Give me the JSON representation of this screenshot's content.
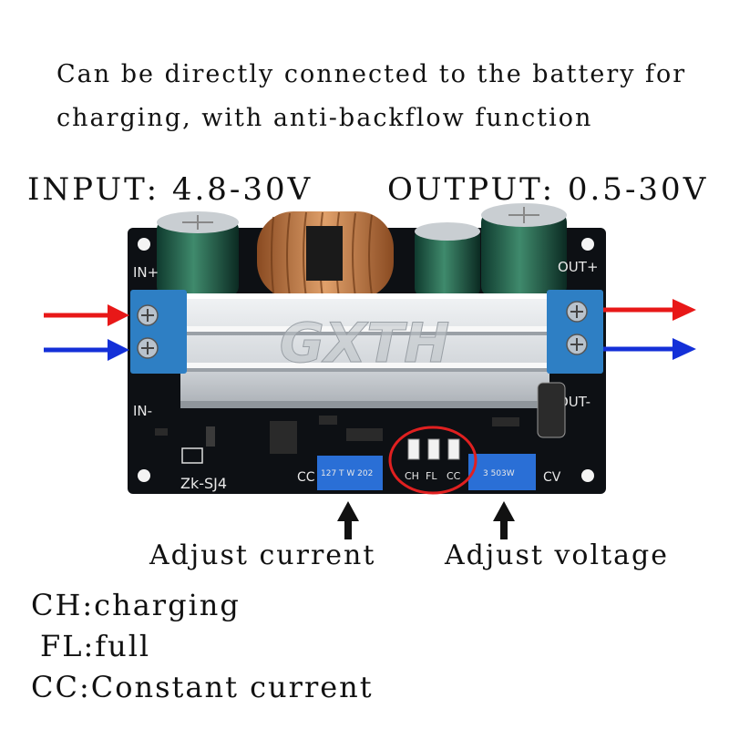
{
  "caption": {
    "line1": "Can be directly connected to the battery for",
    "line2": "charging, with anti-backflow function"
  },
  "specs": {
    "input": "INPUT: 4.8-30V",
    "output": "OUTPUT: 0.5-30V"
  },
  "watermark": "GXTH",
  "board": {
    "in_plus": "IN+",
    "in_minus": "IN-",
    "out_plus": "OUT+",
    "out_minus": "OUT-",
    "model": "Zk-SJ4",
    "cc_pot_label": "CC",
    "cv_pot_label": "CV",
    "led_ch": "CH",
    "led_fl": "FL",
    "led_cc": "CC",
    "pot_left_text": "127 T W 202",
    "pot_right_text": "3 503W"
  },
  "annotations": {
    "adjust_current": "Adjust current",
    "adjust_voltage": "Adjust voltage"
  },
  "legend": [
    "CH:charging",
    "FL:full",
    "CC:Constant current"
  ],
  "colors": {
    "pcb": "#0d1014",
    "terminal": "#2e7fc4",
    "heatsink": "#d9dde2",
    "arrow_red": "#e81818",
    "arrow_blue": "#1430d8",
    "highlight_ring": "#e02020",
    "pot": "#2a6fd6"
  }
}
